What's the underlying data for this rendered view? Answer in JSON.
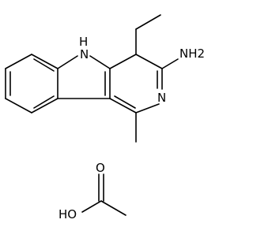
{
  "molecule": {
    "atoms": {
      "indole_nh": "H",
      "indole_n": "N",
      "amine": "NH2",
      "pyridine_n": "N"
    }
  },
  "acetic_acid": {
    "atoms": {
      "carbonyl_o": "O",
      "hydroxyl": "HO"
    }
  }
}
